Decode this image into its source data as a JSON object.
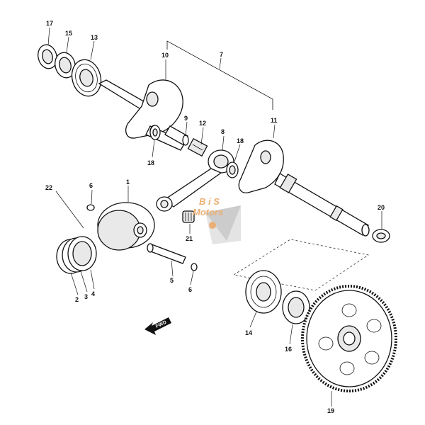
{
  "diagram": {
    "callouts": [
      {
        "id": "17",
        "label": "17"
      },
      {
        "id": "15",
        "label": "15"
      },
      {
        "id": "13",
        "label": "13"
      },
      {
        "id": "10",
        "label": "10"
      },
      {
        "id": "7",
        "label": "7"
      },
      {
        "id": "9",
        "label": "9"
      },
      {
        "id": "12",
        "label": "12"
      },
      {
        "id": "8",
        "label": "8"
      },
      {
        "id": "11",
        "label": "11"
      },
      {
        "id": "18a",
        "label": "18"
      },
      {
        "id": "18b",
        "label": "18"
      },
      {
        "id": "22",
        "label": "22"
      },
      {
        "id": "6a",
        "label": "6"
      },
      {
        "id": "1",
        "label": "1"
      },
      {
        "id": "20",
        "label": "20"
      },
      {
        "id": "21",
        "label": "21"
      },
      {
        "id": "5",
        "label": "5"
      },
      {
        "id": "6b",
        "label": "6"
      },
      {
        "id": "2",
        "label": "2"
      },
      {
        "id": "3",
        "label": "3"
      },
      {
        "id": "4",
        "label": "4"
      },
      {
        "id": "14",
        "label": "14"
      },
      {
        "id": "16",
        "label": "16"
      },
      {
        "id": "19",
        "label": "19"
      }
    ],
    "fwd_label": "FWD",
    "watermark": {
      "line1": "B i S",
      "line2": "Motors",
      "accent": "#e8a766"
    }
  }
}
